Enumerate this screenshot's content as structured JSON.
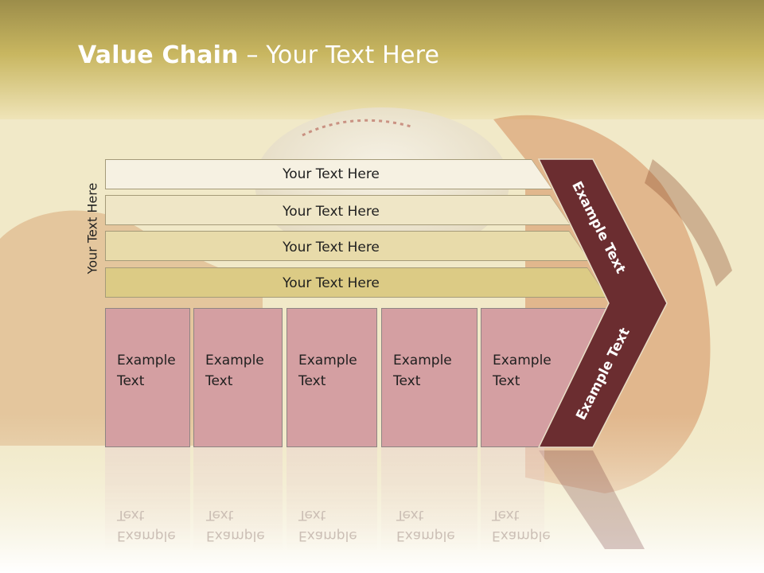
{
  "slide": {
    "title_bold": "Value Chain",
    "title_rest": " – Your Text Here",
    "side_label": "Your Text Here"
  },
  "bands": [
    {
      "label": "Your Text Here",
      "color": "#f6f1e2"
    },
    {
      "label": "Your Text Here",
      "color": "#efe6c6"
    },
    {
      "label": "Your Text Here",
      "color": "#e8dbaa"
    },
    {
      "label": "Your Text Here",
      "color": "#dccb85"
    }
  ],
  "boxes": [
    {
      "label": "Example\nText"
    },
    {
      "label": "Example\nText"
    },
    {
      "label": "Example\nText"
    },
    {
      "label": "Example\nText"
    },
    {
      "label": "Example\nText"
    }
  ],
  "arrow": {
    "upper_label": "Example Text",
    "lower_label": "Example Text",
    "color": "#6b2d30"
  },
  "colors": {
    "header_band": "#c9b865",
    "box_fill": "#d49fa2",
    "box_border": "#8f8583"
  }
}
